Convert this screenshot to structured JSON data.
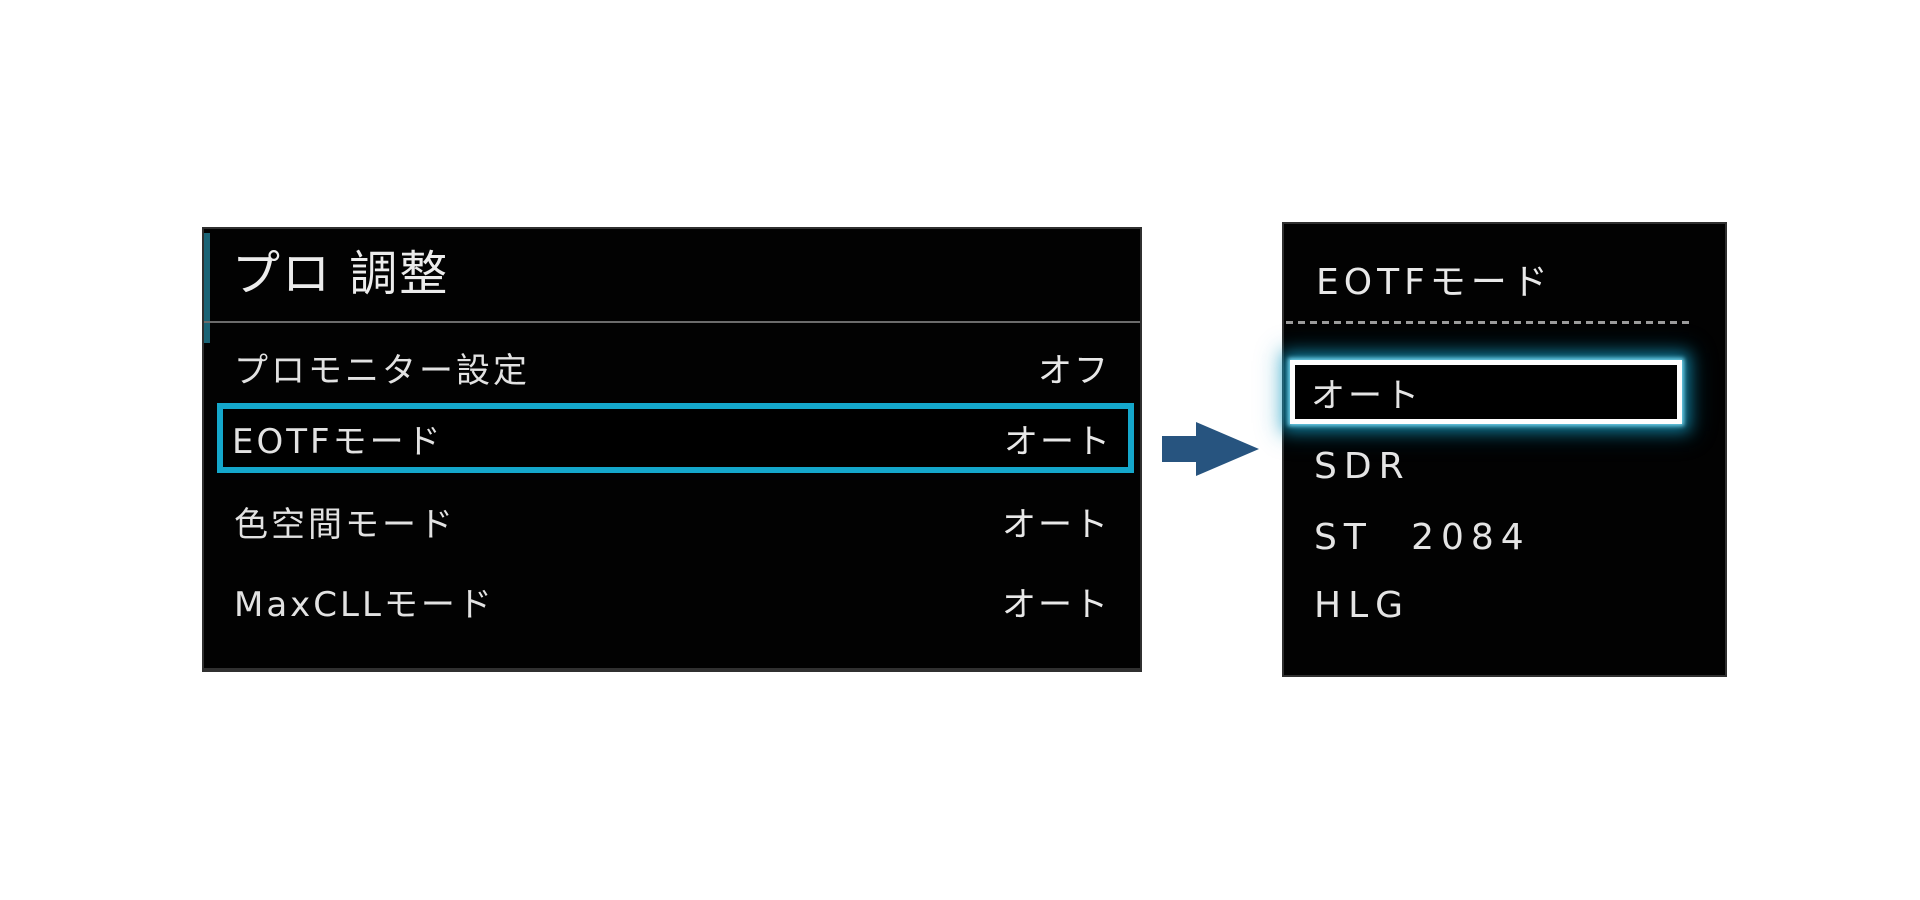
{
  "colors": {
    "page_background": "#FFFFFF",
    "panel_background": "#020202",
    "text": "#E4E4E4",
    "highlight_cyan": "#14A7CB",
    "selection_glow_cyan": "#2BC3E4",
    "selection_border_white": "#FDFDFD",
    "arrow_blue": "#27547F",
    "accent_teal": "#1A6375",
    "divider_gray": "#6B6B6B"
  },
  "icons": {
    "transition_arrow": "right-arrow"
  },
  "left_panel": {
    "title": "プロ 調整",
    "items": [
      {
        "label": "プロモニター設定",
        "value": "オフ",
        "selected": false
      },
      {
        "label": "EOTFモード",
        "value": "オート",
        "selected": true
      },
      {
        "label": "色空間モード",
        "value": "オート",
        "selected": false
      },
      {
        "label": "MaxCLLモード",
        "value": "オート",
        "selected": false
      }
    ]
  },
  "right_panel": {
    "title": "EOTFモード",
    "selected_option": "オート",
    "options": [
      {
        "label": "オート",
        "selected": true
      },
      {
        "label": "SDR",
        "selected": false
      },
      {
        "label": "ST 2084",
        "selected": false
      },
      {
        "label": "HLG",
        "selected": false
      }
    ]
  }
}
